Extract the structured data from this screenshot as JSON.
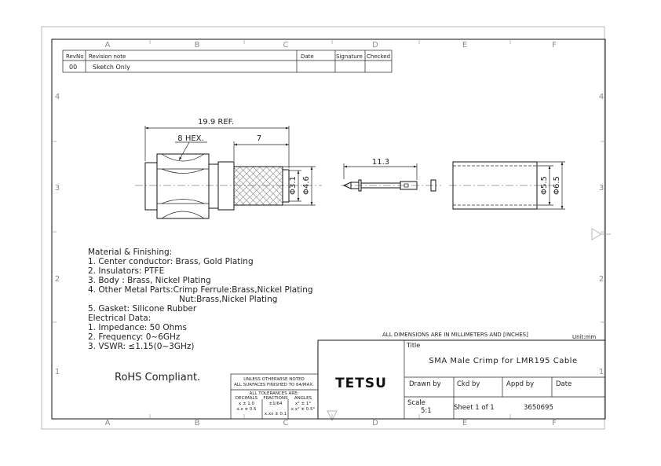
{
  "grid": {
    "columns": [
      "A",
      "B",
      "C",
      "D",
      "E",
      "F"
    ],
    "rows": [
      "4",
      "3",
      "2",
      "1"
    ]
  },
  "revision_table": {
    "headers": {
      "rev_no": "RevNo",
      "revision_note": "Revision note",
      "date": "Date",
      "signature": "Signature",
      "checked": "Checked"
    },
    "row": {
      "rev_no": "00",
      "revision_note": "Sketch Only"
    }
  },
  "dimensions": {
    "overall": "19.9 REF.",
    "hex": "8 HEX.",
    "ferrule_length": "7",
    "pin_length": "11.3",
    "dia_small": "Φ3.1",
    "dia_large": "Φ4.6",
    "ferrule_inner": "Φ5.5",
    "ferrule_outer": "Φ6.5"
  },
  "notes": {
    "lines": [
      "Material & Finishing:",
      "1. Center conductor: Brass, Gold Plating",
      "2. Insulators: PTFE",
      "3. Body : Brass, Nickel Plating",
      "4. Other Metal Parts:Crimp Ferrule:Brass,Nickel Plating",
      "Nut:Brass,Nickel Plating",
      "5. Gasket: Silicone Rubber",
      "Electrical Data:",
      "1. Impedance: 50 Ohms",
      "2. Frequency: 0~6GHz",
      "3. VSWR:        ≤1.15(0~3GHz)"
    ]
  },
  "rohs": "RoHS Compliant.",
  "tolerance_block": {
    "line1": "UNLESS OTHERWISE NOTED",
    "line2": "ALL SURFACES FINISHED TO 64/MAX.",
    "line3": "ALL TOLERANCES ARE:",
    "col_headers": [
      "DECIMALS",
      "FRACTIONS",
      "ANGLES"
    ],
    "decimals": [
      "x  ±  1.0",
      "x.x  ±  0.5",
      "x.xx  ±  0.1"
    ],
    "fractions": [
      "±1/64"
    ],
    "angles": [
      "x°  ±  1°",
      "x.x°  ±  0.5°"
    ]
  },
  "title_block": {
    "units_note": "ALL DIMENSIONS ARE IN MILLIMETERS AND [INCHES]",
    "unit": "Unit:mm",
    "title_label": "Title",
    "title": "SMA Male Crimp for LMR195 Cable",
    "company": "TETSU",
    "drawn_by": "Drawn by",
    "ckd_by": "Ckd by",
    "appd_by": "Appd by",
    "date": "Date",
    "scale_label": "Scale",
    "scale": "5:1",
    "sheet": "Sheet 1 of 1",
    "part_no": "3650695"
  },
  "colors": {
    "line": "#222222",
    "frame": "#9a9a9a",
    "hatch": "#666666"
  }
}
